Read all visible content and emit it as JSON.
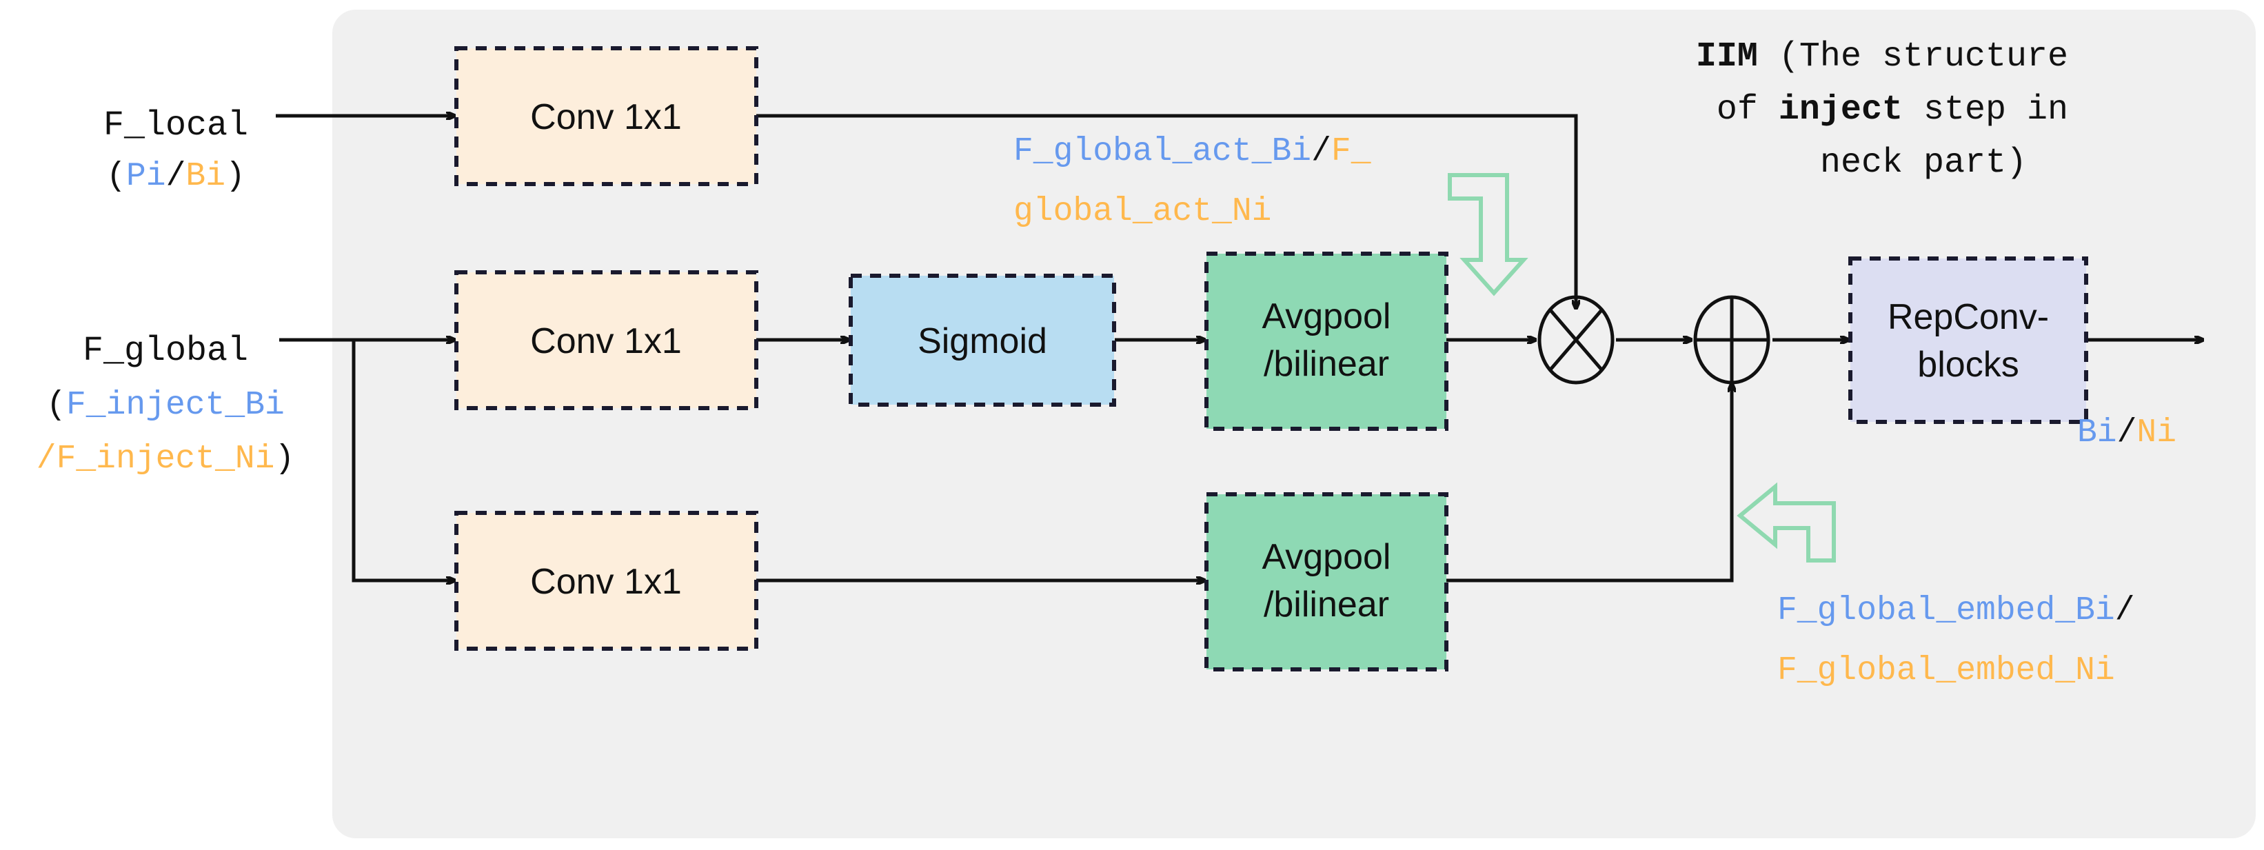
{
  "panel": {
    "background_color": "#f0f0f0",
    "canvas_background": "#ffffff"
  },
  "title": {
    "abbrev": "IIM",
    "line1_rest": " (The structure",
    "line2_pre": "of ",
    "line2_bold": "inject",
    "line2_post": " step in",
    "line3": "neck part)"
  },
  "inputs": {
    "local": {
      "name": "F_local",
      "open_paren": "(",
      "tag_blue": "Pi",
      "slash": "/",
      "tag_orange": "Bi",
      "close_paren": ")"
    },
    "global": {
      "name": "F_global",
      "line1_paren": "(",
      "line1_blue": "F_inject_Bi",
      "line2_slash_orange": "/F_inject_Ni",
      "line2_close": ")"
    }
  },
  "blocks": {
    "conv_top": {
      "label": "Conv 1x1",
      "fill": "#fdeedc",
      "border": "#1a1a2e"
    },
    "conv_mid": {
      "label": "Conv 1x1",
      "fill": "#fdeedc",
      "border": "#1a1a2e"
    },
    "conv_bot": {
      "label": "Conv 1x1",
      "fill": "#fdeedc",
      "border": "#1a1a2e"
    },
    "sigmoid": {
      "label": "Sigmoid",
      "fill": "#b8ddf2",
      "border": "#1a1a2e"
    },
    "avgpool_mid": {
      "label_line1": "Avgpool",
      "label_line2": "/bilinear",
      "fill": "#8ed9b4",
      "border": "#1a1a2e"
    },
    "avgpool_bot": {
      "label_line1": "Avgpool",
      "label_line2": "/bilinear",
      "fill": "#8ed9b4",
      "border": "#1a1a2e"
    },
    "repconv": {
      "label_line1": "RepConv-",
      "label_line2": "blocks",
      "fill": "#dcdef2",
      "border": "#1a1a2e"
    }
  },
  "operators": {
    "multiply": {
      "symbol": "multiply-circle",
      "name": "element-wise multiply"
    },
    "add": {
      "symbol": "plus-circle",
      "name": "element-wise add"
    }
  },
  "annotations": {
    "act": {
      "line1_blue": "F_global_act_Bi",
      "line1_slash": "/",
      "line1_orange_tail": "F_",
      "line2_orange": "global_act_Ni"
    },
    "embed": {
      "line1_blue": "F_global_embed_Bi",
      "line1_slash": "/",
      "line2_orange": "F_global_embed_Ni"
    }
  },
  "output": {
    "tag_blue": "Bi",
    "slash": "/",
    "tag_orange": "Ni"
  },
  "colors": {
    "blue_tag": "#6699ee",
    "orange_tag": "#ffb84d",
    "green_arrow": "#8fd9b0",
    "line": "#111111"
  }
}
